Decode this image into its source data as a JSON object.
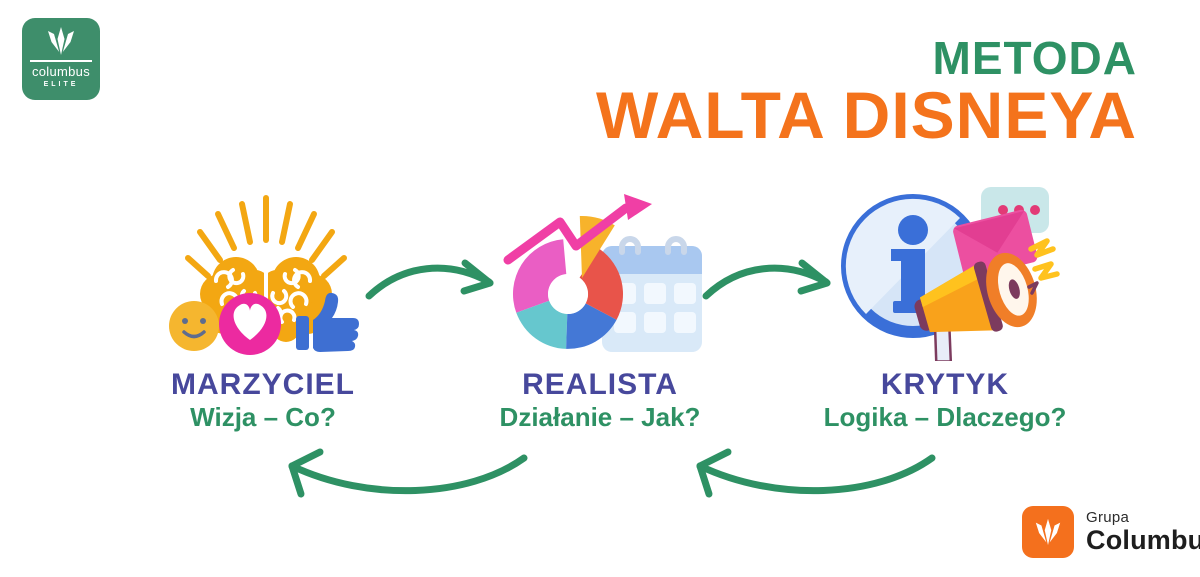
{
  "brand_badge": {
    "icon": "columbus-trident-icon",
    "name": "columbus",
    "tier": "ELITE"
  },
  "title": {
    "kicker": "METODA",
    "main": "WALTA DISNEYA"
  },
  "stages": [
    {
      "label": "MARZYCIEL",
      "question": "Wizja – Co?",
      "icon": "dreamer-brain-icon"
    },
    {
      "label": "REALISTA",
      "question": "Działanie – Jak?",
      "icon": "realist-chart-calendar-icon"
    },
    {
      "label": "KRYTYK",
      "question": "Logika – Dlaczego?",
      "icon": "critic-info-megaphone-icon"
    }
  ],
  "footer_brand": {
    "icon": "columbus-trident-icon",
    "group": "Grupa",
    "name": "Columbus"
  },
  "colors": {
    "green": "#2E9164",
    "orange_title": "#F4731C",
    "purple_heading": "#47489C",
    "badge_green": "#3E8E6B",
    "badge_orange": "#F4701D",
    "brain_gold": "#F3A712",
    "pink": "#EC2AA0",
    "blue": "#3E6FD2"
  }
}
